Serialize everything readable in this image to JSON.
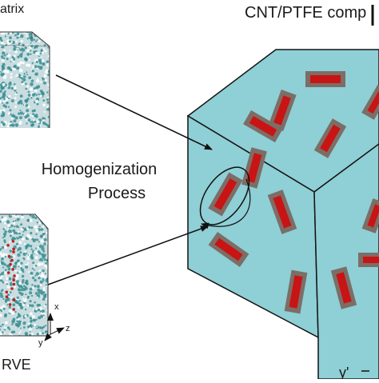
{
  "labels": {
    "matrix_partial": "atrix",
    "composite_partial": "CNT/PTFE  comp",
    "process_line1": "Homogenization",
    "process_line2": "Process",
    "rve": "RVE",
    "axis_x": "x",
    "axis_y": "y",
    "axis_z": "z",
    "axis_y_prime": "y'"
  },
  "colors": {
    "cube_face": "#8fcfd6",
    "cube_edge": "#141414",
    "fiber_outer": "#7c6e66",
    "fiber_core": "#c81414",
    "rve_fill": "#c9dde0",
    "rve_dot": "#3a8f93",
    "rve_red": "#c02020",
    "arrow": "#111111"
  },
  "icons": [
    "arrow-right-icon",
    "axis-triad-icon"
  ]
}
